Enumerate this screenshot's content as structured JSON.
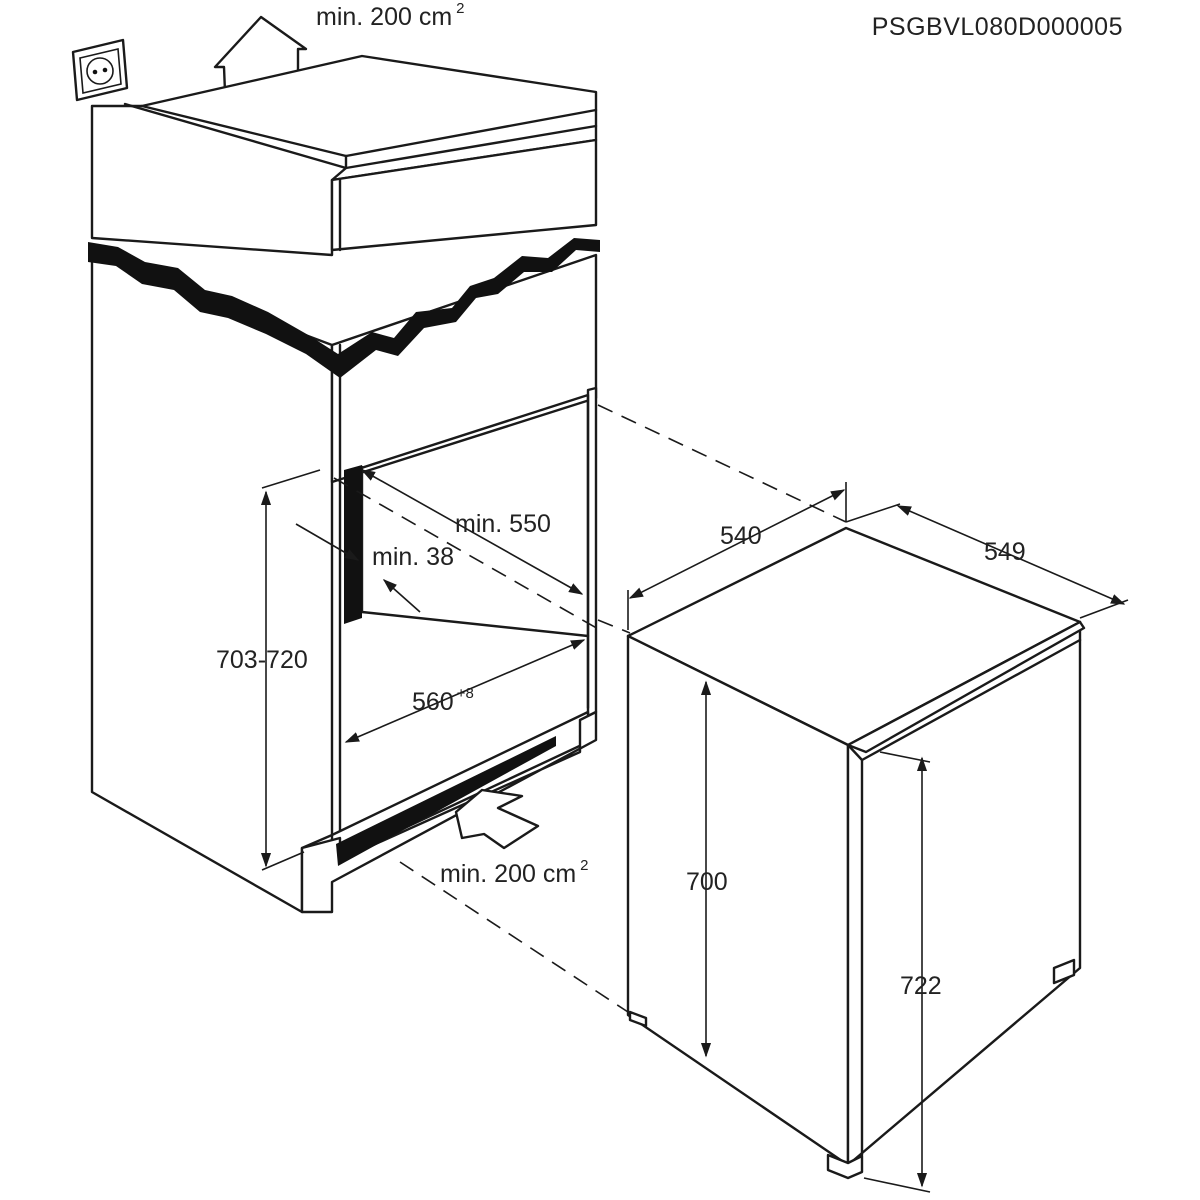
{
  "diagram_code": "PSGBVL080D000005",
  "ventilation": {
    "top": {
      "text": "min. 200 cm",
      "sup": "2"
    },
    "bottom": {
      "text": "min. 200 cm",
      "sup": "2"
    }
  },
  "niche_dimensions": {
    "height": "703-720",
    "depth": "min. 550",
    "rear_gap": "min. 38",
    "width": {
      "text": "560",
      "sup": "+8"
    }
  },
  "appliance_dimensions": {
    "width": "540",
    "depth": "549",
    "height_body": "700",
    "height_total": "722"
  },
  "colors": {
    "line": "#1a1a1a",
    "background": "#ffffff",
    "fill_dark": "#111111"
  }
}
